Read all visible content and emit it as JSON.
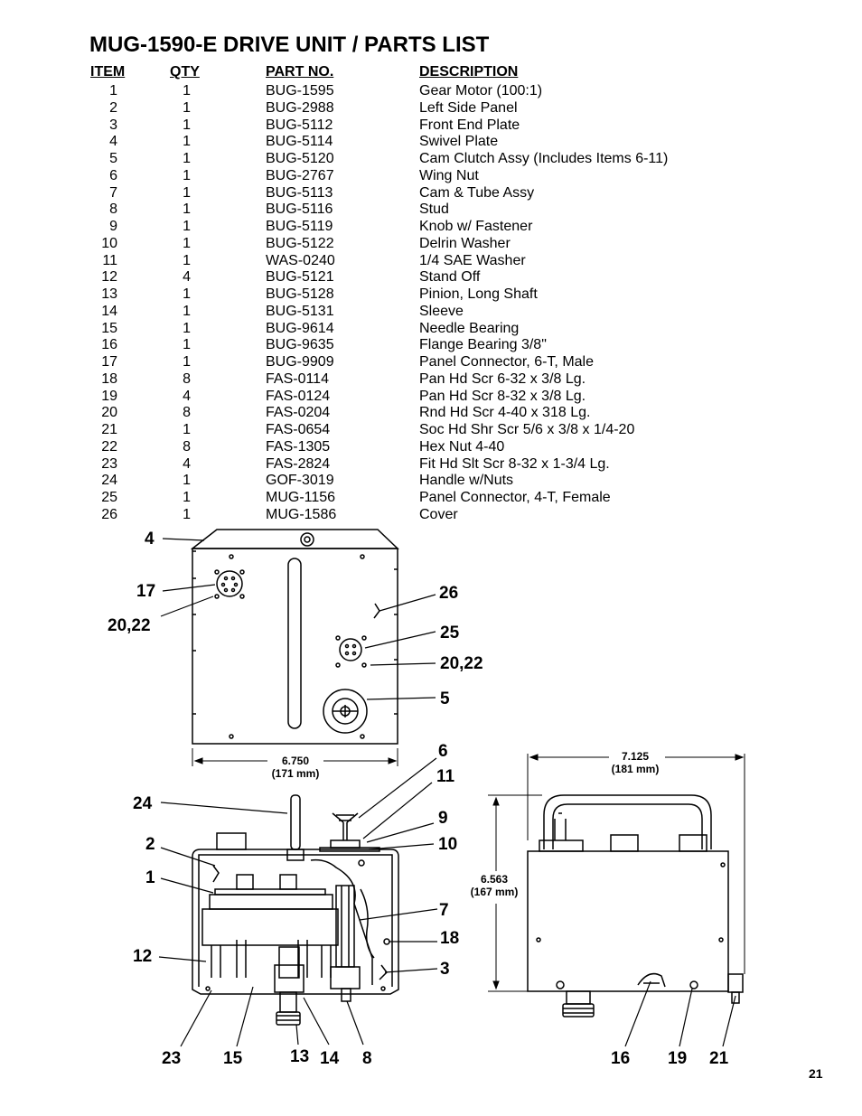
{
  "title": "MUG-1590-E DRIVE UNIT / PARTS LIST",
  "columns": {
    "item": "ITEM",
    "qty": "QTY",
    "part": "PART NO.",
    "desc": "DESCRIPTION"
  },
  "parts": [
    {
      "item": "1",
      "qty": "1",
      "part": "BUG-1595",
      "desc": "Gear Motor (100:1)"
    },
    {
      "item": "2",
      "qty": "1",
      "part": "BUG-2988",
      "desc": "Left Side Panel"
    },
    {
      "item": "3",
      "qty": "1",
      "part": "BUG-5112",
      "desc": "Front End Plate"
    },
    {
      "item": "4",
      "qty": "1",
      "part": "BUG-5114",
      "desc": "Swivel Plate"
    },
    {
      "item": "5",
      "qty": "1",
      "part": "BUG-5120",
      "desc": "Cam Clutch Assy (Includes Items 6-11)"
    },
    {
      "item": "6",
      "qty": "1",
      "part": "BUG-2767",
      "desc": "Wing Nut"
    },
    {
      "item": "7",
      "qty": "1",
      "part": "BUG-5113",
      "desc": "Cam & Tube Assy"
    },
    {
      "item": "8",
      "qty": "1",
      "part": "BUG-5116",
      "desc": "Stud"
    },
    {
      "item": "9",
      "qty": "1",
      "part": "BUG-5119",
      "desc": "Knob w/ Fastener"
    },
    {
      "item": "10",
      "qty": "1",
      "part": "BUG-5122",
      "desc": "Delrin Washer"
    },
    {
      "item": "11",
      "qty": "1",
      "part": "WAS-0240",
      "desc": "1/4 SAE Washer"
    },
    {
      "item": "12",
      "qty": "4",
      "part": "BUG-5121",
      "desc": "Stand Off"
    },
    {
      "item": "13",
      "qty": "1",
      "part": "BUG-5128",
      "desc": "Pinion, Long Shaft"
    },
    {
      "item": "14",
      "qty": "1",
      "part": "BUG-5131",
      "desc": "Sleeve"
    },
    {
      "item": "15",
      "qty": "1",
      "part": "BUG-9614",
      "desc": "Needle Bearing"
    },
    {
      "item": "16",
      "qty": "1",
      "part": "BUG-9635",
      "desc": "Flange Bearing 3/8\""
    },
    {
      "item": "17",
      "qty": "1",
      "part": "BUG-9909",
      "desc": "Panel Connector, 6-T, Male"
    },
    {
      "item": "18",
      "qty": "8",
      "part": "FAS-0114",
      "desc": "Pan Hd Scr 6-32 x 3/8 Lg."
    },
    {
      "item": "19",
      "qty": "4",
      "part": "FAS-0124",
      "desc": "Pan Hd Scr 8-32 x 3/8 Lg."
    },
    {
      "item": "20",
      "qty": "8",
      "part": "FAS-0204",
      "desc": "Rnd Hd Scr 4-40 x 318 Lg."
    },
    {
      "item": "21",
      "qty": "1",
      "part": "FAS-0654",
      "desc": "Soc Hd Shr Scr 5/6 x 3/8 x 1/4-20"
    },
    {
      "item": "22",
      "qty": "8",
      "part": "FAS-1305",
      "desc": "Hex Nut 4-40"
    },
    {
      "item": "23",
      "qty": "4",
      "part": "FAS-2824",
      "desc": "Fit Hd Slt Scr 8-32 x 1-3/4 Lg."
    },
    {
      "item": "24",
      "qty": "1",
      "part": "GOF-3019",
      "desc": "Handle w/Nuts"
    },
    {
      "item": "25",
      "qty": "1",
      "part": "MUG-1156",
      "desc": "Panel Connector, 4-T, Female"
    },
    {
      "item": "26",
      "qty": "1",
      "part": "MUG-1586",
      "desc": "Cover"
    }
  ],
  "callouts": {
    "c4": "4",
    "c17": "17",
    "c2022a": "20,22",
    "c26": "26",
    "c25": "25",
    "c2022b": "20,22",
    "c5": "5",
    "c6": "6",
    "c11": "11",
    "c24": "24",
    "c9": "9",
    "c2": "2",
    "c10": "10",
    "c1": "1",
    "c7": "7",
    "c12": "12",
    "c18": "18",
    "c3": "3",
    "c23": "23",
    "c15": "15",
    "c13": "13",
    "c14": "14",
    "c8": "8",
    "c16": "16",
    "c19": "19",
    "c21": "21"
  },
  "dimensions": {
    "width_top": "6.750",
    "width_top_mm": "(171 mm)",
    "width_side": "7.125",
    "width_side_mm": "(181 mm)",
    "height_side": "6.563",
    "height_side_mm": "(167 mm)"
  },
  "page_number": "21"
}
